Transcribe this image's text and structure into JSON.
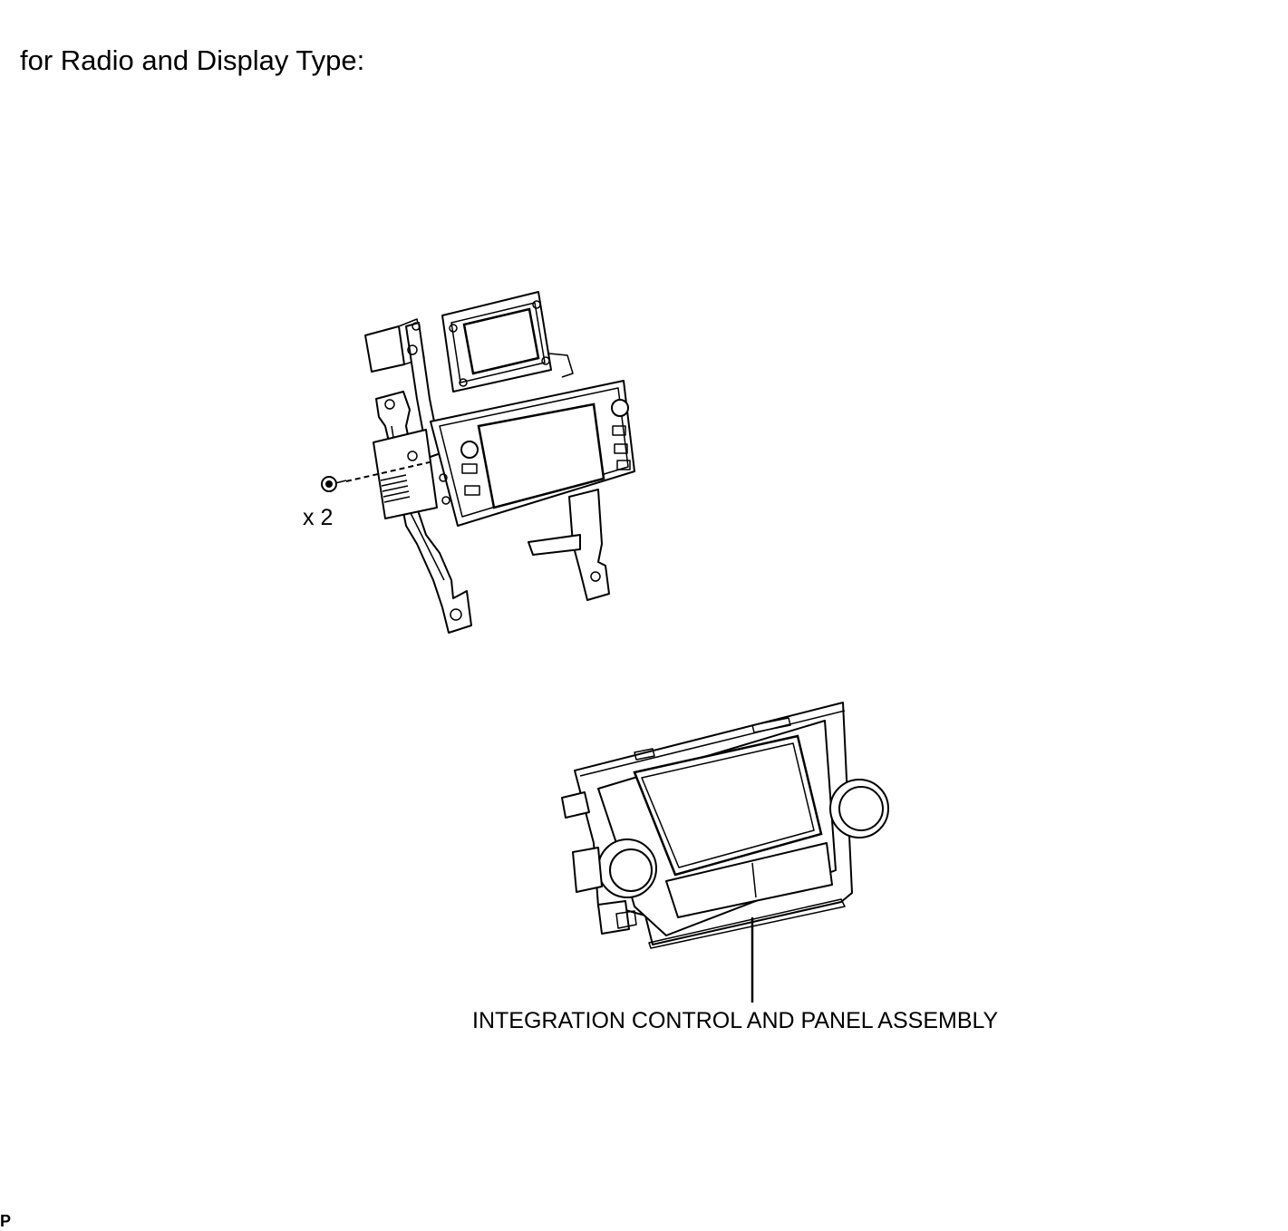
{
  "heading": "for Radio and Display Type:",
  "quantity_label": "x 2",
  "part_label": "INTEGRATION CONTROL AND PANEL ASSEMBLY",
  "corner_mark": "P"
}
